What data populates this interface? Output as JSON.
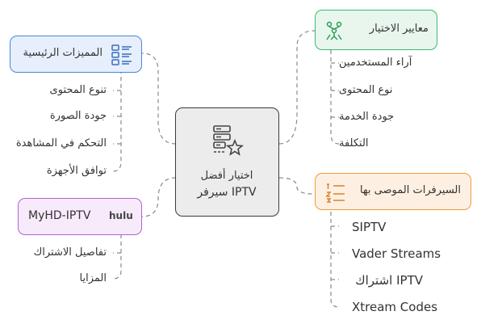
{
  "center": {
    "line1": "اختيار أفضل",
    "line2": "IPTV سيرفر"
  },
  "criteria": {
    "title": "معايير الاختيار",
    "items": [
      "آراء المستخدمين",
      "نوع المحتوى",
      "جودة الخدمة",
      "التكلفة"
    ],
    "color": "#3cba6a",
    "fill": "#e8f6ee"
  },
  "features": {
    "title": "المميزات الرئيسية",
    "items": [
      "تنوع المحتوى",
      "جودة الصورة",
      "التحكم في المشاهدة",
      "توافق الأجهزة"
    ],
    "color": "#4a86dc",
    "fill": "#e6effb"
  },
  "servers": {
    "title": "السيرفرات الموصى بها",
    "items": [
      "SIPTV",
      "Vader Streams",
      "IPTV اشتراك",
      "Xtream Codes"
    ],
    "color": "#f09a3c",
    "fill": "#fdf0e2"
  },
  "myhd": {
    "title": "MyHD-IPTV",
    "logo": "hulu",
    "items": [
      "تفاصيل الاشتراك",
      "المزايا"
    ],
    "color": "#b561d8",
    "fill": "#f6eafb"
  },
  "icons": {
    "center": "server-star-icon",
    "criteria": "people-network-icon",
    "features": "grid-list-icon",
    "servers": "numbered-list-icon"
  }
}
